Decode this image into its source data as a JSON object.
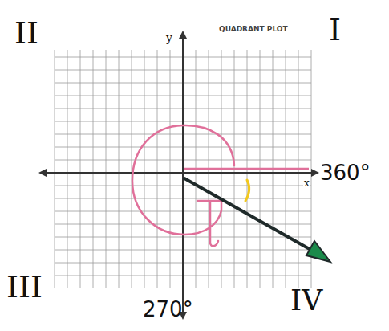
{
  "diagram": {
    "labels": [
      "II",
      "I",
      "III",
      "IV",
      "y",
      "x",
      "360°",
      "270°",
      "QUADRANT PLOT"
    ]
  }
}
